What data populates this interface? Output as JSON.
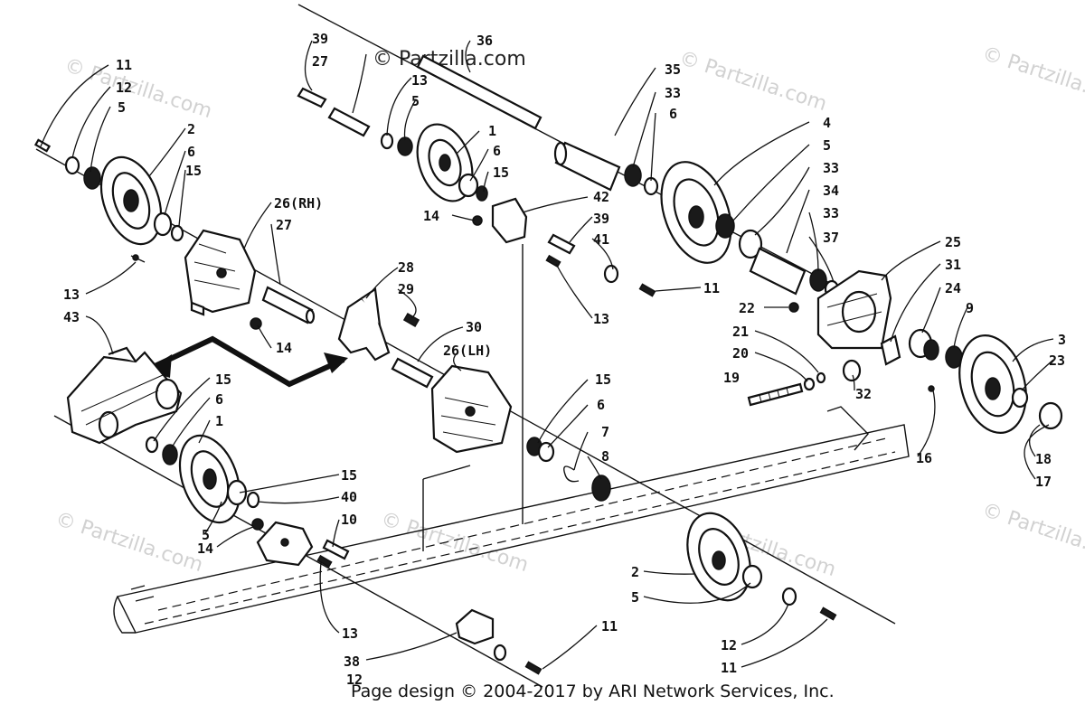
{
  "watermark": {
    "top_text": "© Partzilla.com",
    "repeat_text": "© Partzilla.com"
  },
  "footer": {
    "copyright": "Page design © 2004-2017 by ARI Network Services, Inc."
  },
  "callouts": [
    "11",
    "12",
    "5",
    "2",
    "6",
    "15",
    "13",
    "43",
    "26(RH)",
    "27",
    "14",
    "28",
    "29",
    "30",
    "26(LH)",
    "39",
    "27",
    "13",
    "5",
    "36",
    "1",
    "6",
    "15",
    "42",
    "14",
    "39",
    "41",
    "13",
    "11",
    "35",
    "33",
    "6",
    "4",
    "5",
    "33",
    "34",
    "33",
    "37",
    "25",
    "31",
    "22",
    "24",
    "9",
    "21",
    "20",
    "3",
    "23",
    "19",
    "32",
    "16",
    "18",
    "17",
    "15",
    "6",
    "1",
    "5",
    "14",
    "15",
    "40",
    "10",
    "13",
    "38",
    "12",
    "15",
    "6",
    "7",
    "8",
    "2",
    "5",
    "12",
    "11",
    "11"
  ]
}
